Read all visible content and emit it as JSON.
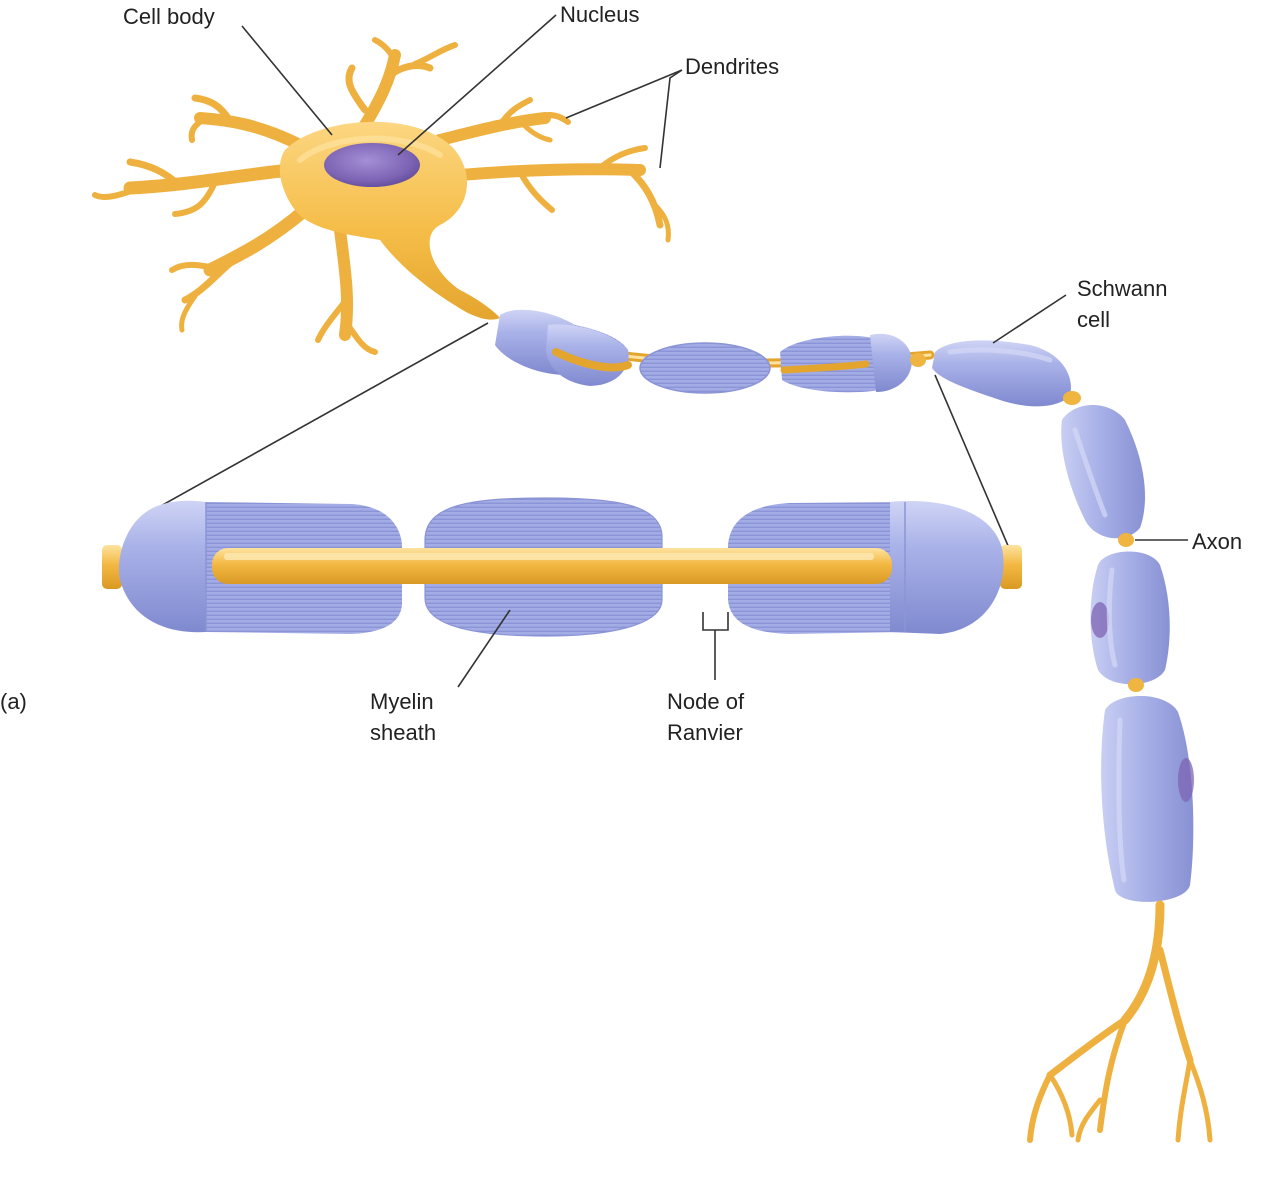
{
  "diagram": {
    "panel_label": "(a)",
    "labels": {
      "cell_body": "Cell body",
      "nucleus": "Nucleus",
      "dendrites": "Dendrites",
      "schwann_line1": "Schwann",
      "schwann_line2": "cell",
      "axon": "Axon",
      "myelin_line1": "Myelin",
      "myelin_line2": "sheath",
      "node_line1": "Node of",
      "node_line2": "Ranvier"
    },
    "colors": {
      "neuron_yellow": "#f2b63e",
      "neuron_highlight": "#fbd27a",
      "myelin_blue": "#9fa9e2",
      "myelin_dark": "#7781c8",
      "myelin_light": "#c9cff3",
      "nucleus_purple": "#7d64b4"
    }
  }
}
